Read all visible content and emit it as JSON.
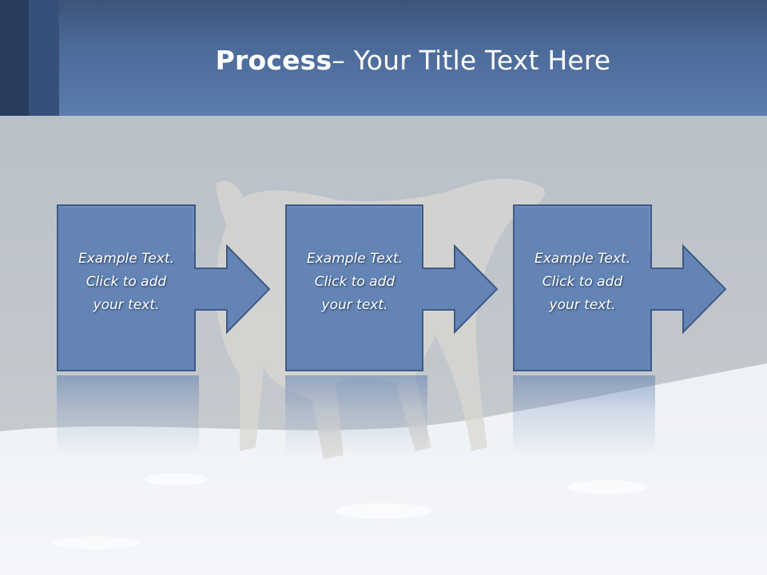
{
  "slide": {
    "title_bold": "Process",
    "title_rest": " – Your Title Text Here",
    "colors": {
      "banner": "#4c6a98",
      "box_fill": "#6384b4",
      "box_border": "#3f5a85",
      "text": "#ffffff"
    },
    "steps": [
      {
        "label": "Example Text.\nClick  to add\nyour text."
      },
      {
        "label": "Example Text.\nClick  to add\nyour text."
      },
      {
        "label": "Example Text.\nClick  to add\nyour text."
      }
    ]
  }
}
